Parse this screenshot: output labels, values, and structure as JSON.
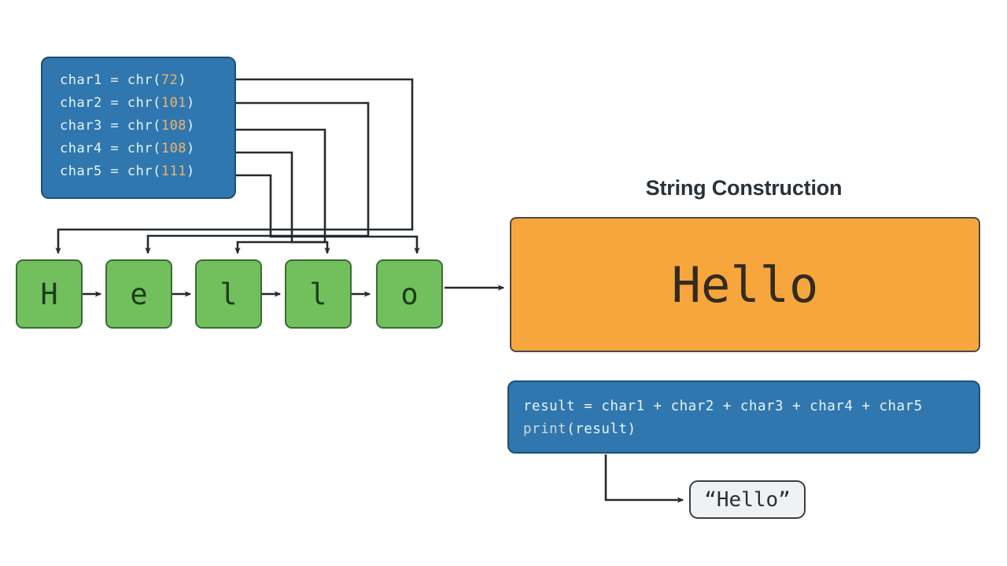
{
  "diagram": {
    "title": "String Construction",
    "background": "#ffffff",
    "colors": {
      "code_block_blue": "#2f77ae",
      "code_block_border": "#1f4f74",
      "char_box_green": "#72c05d",
      "char_box_border": "#3a6b33",
      "result_orange": "#f6a63d",
      "number_literal": "#f3b36a",
      "wire": "#232a30",
      "output_pill": "#f0f1f2"
    }
  },
  "chr_block": {
    "name": "chr-assignments",
    "lines": [
      {
        "prefix": "char1 = chr(",
        "value": "72",
        "suffix": ")"
      },
      {
        "prefix": "char2 = chr(",
        "value": "101",
        "suffix": ")"
      },
      {
        "prefix": "char3 = chr(",
        "value": "108",
        "suffix": ")"
      },
      {
        "prefix": "char4 = chr(",
        "value": "108",
        "suffix": ")"
      },
      {
        "prefix": "char5 = chr(",
        "value": "111",
        "suffix": ")"
      }
    ]
  },
  "chars": [
    {
      "label": "H",
      "from": "char1"
    },
    {
      "label": "e",
      "from": "char2"
    },
    {
      "label": "l",
      "from": "char3"
    },
    {
      "label": "l",
      "from": "char4"
    },
    {
      "label": "o",
      "from": "char5"
    }
  ],
  "string_construction": {
    "title": "String Construction",
    "value": "Hello"
  },
  "result_block": {
    "name": "result-concatenation",
    "lines": [
      {
        "text": "result = char1 + char2 + char3 + char4 + char5",
        "fn": ""
      },
      {
        "text": "(result)",
        "fn": "print"
      }
    ]
  },
  "output": {
    "value": "“Hello”"
  }
}
